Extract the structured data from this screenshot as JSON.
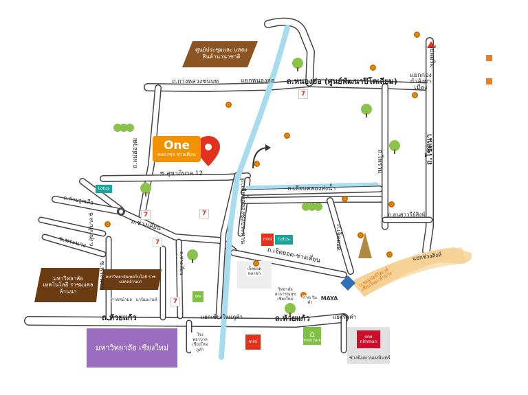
{
  "colors": {
    "road": "#414141",
    "river": "#a7dcef",
    "orange": "#f39200",
    "brown": "#8b5523",
    "purple": "#9b6dbf",
    "green": "#7fc142",
    "banner": "#f8d9a8"
  },
  "labels": {
    "convention": "ศูนย์ประชุมและ แสดงสินค้านานาชาติ",
    "kanghlwang": "ถ.กางหลวงชนบท",
    "yaeknongho": "แยกหนองฮ่อ",
    "nongho_rd": "ถ.หนองฮ่อ (ศูนย์พัฒนาปิโตเลียม)",
    "tonotheast": "ไปแม่ริม",
    "yaekkong": "แยกกอง กำลังผาเมือง",
    "maeho_rd": "ถ.แม่ฮ่อวุฒ",
    "brand_one": "One",
    "brand_sub": "คลองชล ช่างเคี่ยน",
    "sukhaphibal": "ซ.สุขาภิบาล 12",
    "khlongchon": "ถ.เลียบคลองชลประทาน",
    "liapkhlong": "ถ.เลียบคลองส่งน้ำ",
    "lotus1": "Lotus",
    "lotus2": "Lotus",
    "yaeklukseu": "ถ.ค่ายลูกเสือ",
    "sukhaphibal6": "ถ.สุขาภิบาล 6",
    "changkhian": "ถ.ช่างเคี่ยน",
    "soiphranang": "ซ.พระนาง",
    "rmut": "มหาวิทยาลัย เทคโนโลยี ราชมงคลล้านนา",
    "phranang2": "ซ.พระนาง",
    "rmut_small": "มหาวิทยาลัยเทคโนโลยี ราชมงคลล้านนา",
    "kadna": "กาดหน้ามอ",
    "nimman": "นานิมมานท์",
    "changkhian2": "ถ.ช่างเคี่ยน",
    "jedyot_rd": "ถ.เจ็ดยอด",
    "jedyot_changkhian": "ถ.เจ็ดยอด-ช่างเคี่ยน",
    "jedyot_plaza": "เจ็ดยอด พลาซ่า",
    "inthawarot": "ถ.ไพราม",
    "superhighway": "ถ.โชตนา",
    "anusawari": "ถ.อนุสาวรีย์สิงห์",
    "yaekchangphueak": "แยกช่วงสิงห์",
    "superhighway_label": "ถ.ซุปเปอร์ไฮเวย์ เชียงใหม่-ลำปาง",
    "college": "วิทยาลัย สาธารณสุข เชียงใหม่",
    "kadsuan": "กาด ริมคำ",
    "maya": "MAYA",
    "huaykaew1": "ถ.ห้วยแก้ว",
    "huaykaew2": "ถ.ห้วยแก้ว",
    "yaekchiangmai": "แยกเชียงใหม่ภูคำ",
    "yaekrimkham": "แยกริมคำ",
    "cmu": "มหาวิทยาลัย เชียงใหม่",
    "hospital": "โรงพยาบาล เชียงใหม่ ภูคำ",
    "mini1": "mini",
    "mini2": "mini",
    "thinkpark": "think park",
    "oneNimman": "one nimman",
    "changnimman": "ช่างนิมมานเหมินทร์",
    "seven": "7",
    "ibis": "ibis"
  }
}
